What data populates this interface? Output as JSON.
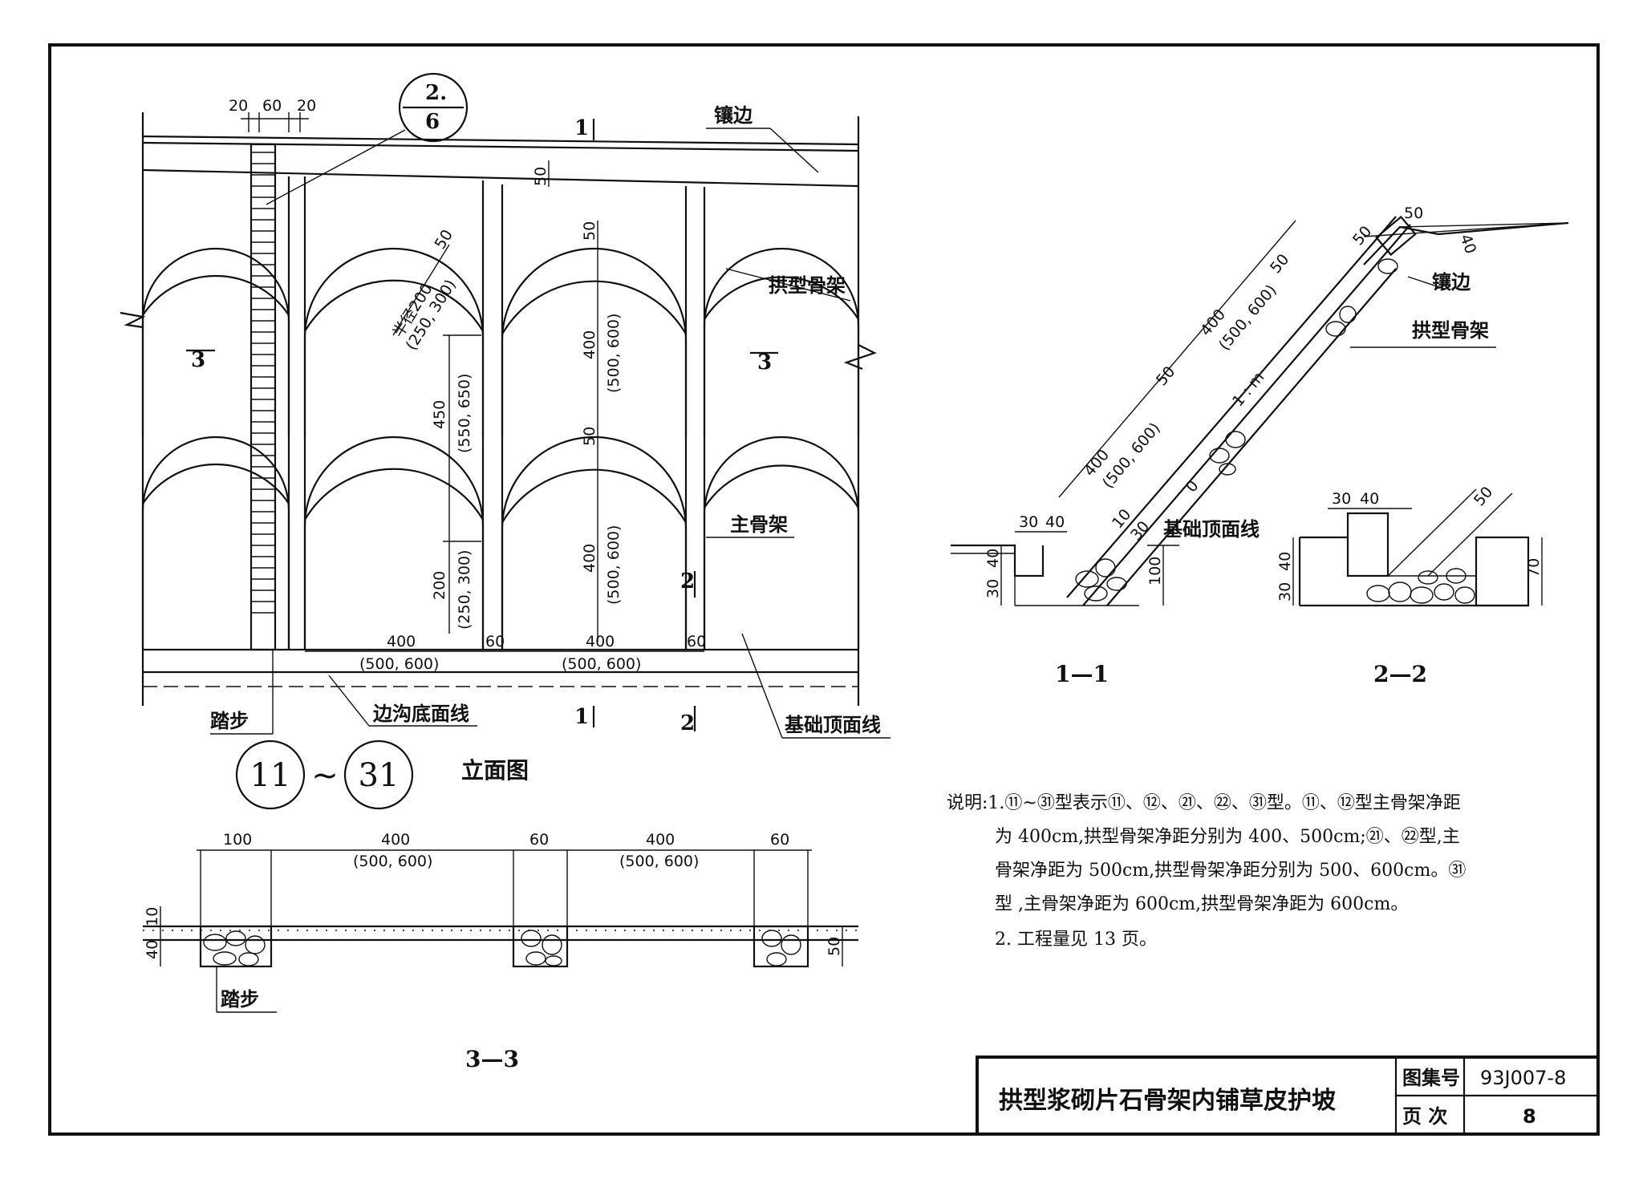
{
  "elevation": {
    "title": "立面图",
    "series_from": "11",
    "series_to": "31",
    "series_sep": "~",
    "ref_top": "2.",
    "ref_bottom": "6",
    "dims": {
      "top_a": "20",
      "top_b": "60",
      "top_c": "20",
      "edge_w": "50",
      "arch_top_50": "50",
      "arch_mid_50": "50",
      "rise_400": "400",
      "rise_400_alt": "(500, 600)",
      "rise2_400": "400",
      "rise2_400_alt": "(500, 600)",
      "radius": "半径200",
      "radius_alt": "(250, 300)",
      "r_50": "50",
      "h_450": "450",
      "h_450_alt": "(550, 650)",
      "h_200": "200",
      "h_200_alt": "(250, 300)",
      "span1": "400",
      "span1_alt": "(500, 600)",
      "span2": "400",
      "span2_alt": "(500, 600)",
      "gap1": "60",
      "gap2": "60"
    },
    "section_marks": {
      "s1": "1",
      "s2": "2",
      "s3": "3"
    },
    "labels": {
      "edge": "镶边",
      "arch_frame": "拱型骨架",
      "main_frame": "主骨架",
      "steps": "踏步",
      "ditch_line": "边沟底面线",
      "base_line": "基础顶面线"
    }
  },
  "section11": {
    "title": "1—1",
    "dims": {
      "a30": "30",
      "a40": "40",
      "v30": "30",
      "v40": "40",
      "v100": "100",
      "d10": "10",
      "d30": "30",
      "d0": "0",
      "s400a": "400",
      "s400a_alt": "(500, 600)",
      "s50a": "50",
      "s400b": "400",
      "s400b_alt": "(500, 600)",
      "s50b": "50",
      "slope": "1 : m",
      "cap50": "50",
      "cap50b": "50",
      "cap40": "40"
    },
    "labels": {
      "edge": "镶边",
      "arch_frame": "拱型骨架",
      "base_line": "基础顶面线"
    }
  },
  "section22": {
    "title": "2—2",
    "dims": {
      "a30": "30",
      "a40": "40",
      "v40": "40",
      "v30": "30",
      "d50": "50",
      "v70": "70"
    }
  },
  "section33": {
    "title": "3—3",
    "dims": {
      "w100": "100",
      "w400a": "400",
      "w400a_alt": "(500, 600)",
      "w60a": "60",
      "w400b": "400",
      "w400b_alt": "(500, 600)",
      "w60b": "60",
      "v10": "10",
      "v40": "40",
      "v50": "50"
    },
    "labels": {
      "steps": "踏步"
    }
  },
  "notes": {
    "line1": "说明:1.⑪~㉛型表示⑪、⑫、㉑、㉒、㉛型。⑪、⑫型主骨架净距",
    "line2": "为 400cm,拱型骨架净距分别为 400、500cm;㉑、㉒型,主",
    "line3": "骨架净距为 500cm,拱型骨架净距分别为 500、600cm。㉛",
    "line4": "型 ,主骨架净距为 600cm,拱型骨架净距为 600cm。",
    "line5": "2. 工程量见 13 页。"
  },
  "title_block": {
    "drawing_title": "拱型浆砌片石骨架内铺草皮护坡",
    "atlas_label": "图集号",
    "atlas_value": "93J007-8",
    "page_label": "页  次",
    "page_value": "8"
  }
}
